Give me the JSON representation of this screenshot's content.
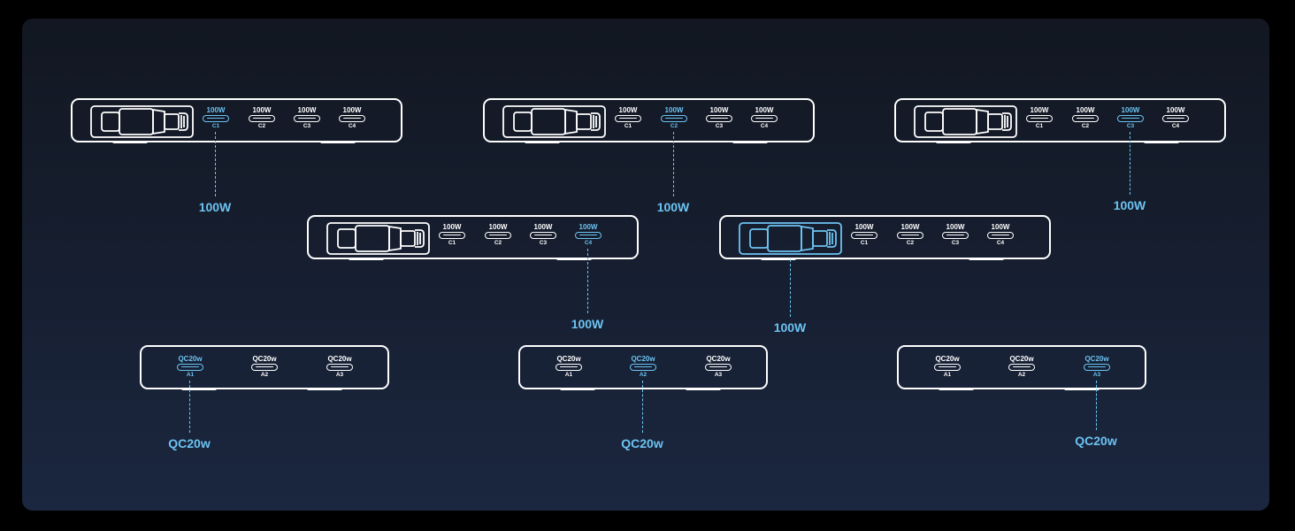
{
  "accent_color": "#6cc3f2",
  "line_color": "#ffffff",
  "usb_c_stations": [
    {
      "ports": [
        {
          "rating": "100W",
          "label": "C1"
        },
        {
          "rating": "100W",
          "label": "C2"
        },
        {
          "rating": "100W",
          "label": "C3"
        },
        {
          "rating": "100W",
          "label": "C4"
        }
      ],
      "active": "C1",
      "callout": "100W"
    },
    {
      "ports": [
        {
          "rating": "100W",
          "label": "C1"
        },
        {
          "rating": "100W",
          "label": "C2"
        },
        {
          "rating": "100W",
          "label": "C3"
        },
        {
          "rating": "100W",
          "label": "C4"
        }
      ],
      "active": "C2",
      "callout": "100W"
    },
    {
      "ports": [
        {
          "rating": "100W",
          "label": "C1"
        },
        {
          "rating": "100W",
          "label": "C2"
        },
        {
          "rating": "100W",
          "label": "C3"
        },
        {
          "rating": "100W",
          "label": "C4"
        }
      ],
      "active": "C3",
      "callout": "100W"
    },
    {
      "ports": [
        {
          "rating": "100W",
          "label": "C1"
        },
        {
          "rating": "100W",
          "label": "C2"
        },
        {
          "rating": "100W",
          "label": "C3"
        },
        {
          "rating": "100W",
          "label": "C4"
        }
      ],
      "active": "C4",
      "callout": "100W"
    },
    {
      "ports": [
        {
          "rating": "100W",
          "label": "C1"
        },
        {
          "rating": "100W",
          "label": "C2"
        },
        {
          "rating": "100W",
          "label": "C3"
        },
        {
          "rating": "100W",
          "label": "C4"
        }
      ],
      "active": "cable",
      "callout": "100W"
    }
  ],
  "usb_a_stations": [
    {
      "ports": [
        {
          "rating": "QC20w",
          "label": "A1"
        },
        {
          "rating": "QC20w",
          "label": "A2"
        },
        {
          "rating": "QC20w",
          "label": "A3"
        }
      ],
      "active": "A1",
      "callout": "QC20w"
    },
    {
      "ports": [
        {
          "rating": "QC20w",
          "label": "A1"
        },
        {
          "rating": "QC20w",
          "label": "A2"
        },
        {
          "rating": "QC20w",
          "label": "A3"
        }
      ],
      "active": "A2",
      "callout": "QC20w"
    },
    {
      "ports": [
        {
          "rating": "QC20w",
          "label": "A1"
        },
        {
          "rating": "QC20w",
          "label": "A2"
        },
        {
          "rating": "QC20w",
          "label": "A3"
        }
      ],
      "active": "A3",
      "callout": "QC20w"
    }
  ]
}
